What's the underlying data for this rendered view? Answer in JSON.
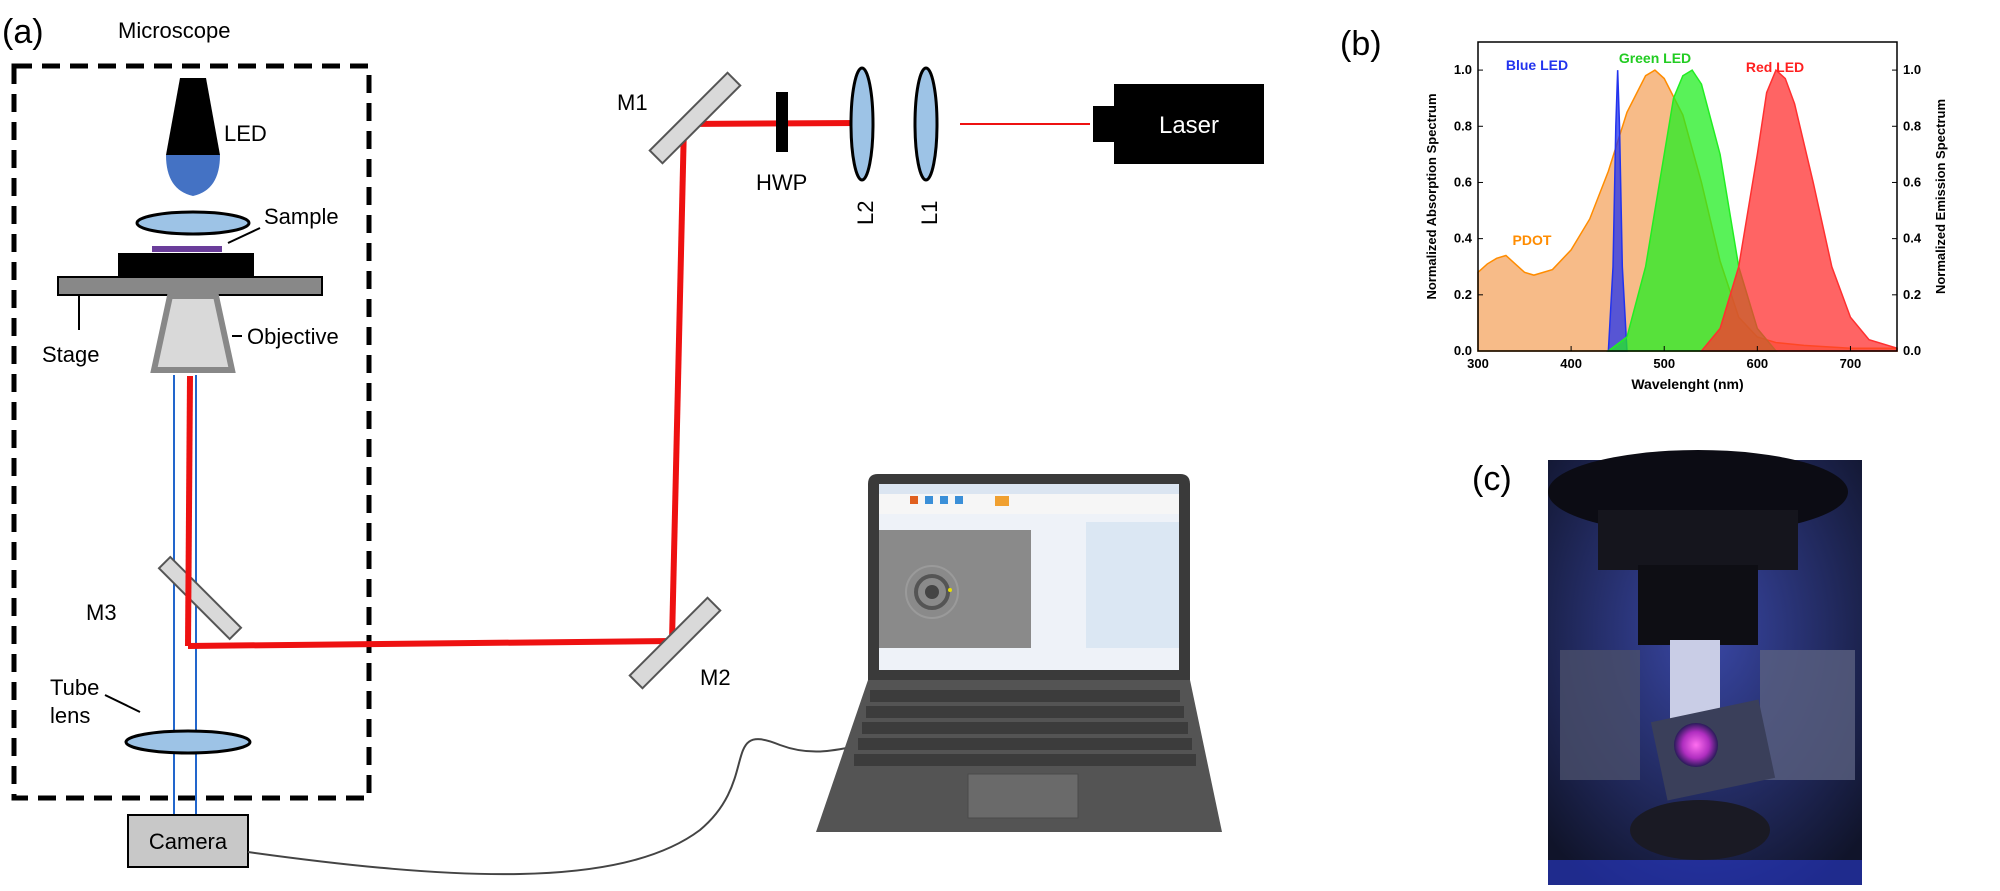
{
  "panels": {
    "a": "(a)",
    "b": "(b)",
    "c": "(c)"
  },
  "setup": {
    "microscope": "Microscope",
    "led": "LED",
    "sample": "Sample",
    "stage": "Stage",
    "objective": "Objective",
    "m3": "M3",
    "tube_lens_1": "Tube",
    "tube_lens_2": "lens",
    "camera": "Camera",
    "m1": "M1",
    "hwp": "HWP",
    "l2": "L2",
    "l1": "L1",
    "laser": "Laser",
    "m2": "M2"
  },
  "chart_data": {
    "type": "area",
    "xlabel": "Wavelenght (nm)",
    "ylabel_left": "Normalized Absorption Spectrum",
    "ylabel_right": "Normalized Emission Spectrum",
    "xlim": [
      300,
      750
    ],
    "ylim": [
      0,
      1.1
    ],
    "x_ticks": [
      300,
      400,
      500,
      600,
      700
    ],
    "y_ticks": [
      0.0,
      0.2,
      0.4,
      0.6,
      0.8,
      1.0
    ],
    "series": [
      {
        "name": "PDOT",
        "color": "#f4a460",
        "edge": "#ff8c00",
        "x": [
          300,
          310,
          320,
          330,
          340,
          350,
          360,
          380,
          400,
          420,
          440,
          460,
          480,
          490,
          500,
          520,
          540,
          560,
          580,
          600,
          620,
          650,
          700,
          750
        ],
        "y": [
          0.28,
          0.31,
          0.33,
          0.34,
          0.31,
          0.28,
          0.27,
          0.29,
          0.36,
          0.47,
          0.64,
          0.85,
          0.98,
          1.0,
          0.97,
          0.84,
          0.6,
          0.32,
          0.12,
          0.05,
          0.03,
          0.02,
          0.01,
          0.01
        ]
      },
      {
        "name": "Blue LED",
        "color": "#2233ee",
        "x": [
          440,
          445,
          448,
          450,
          452,
          455,
          460
        ],
        "y": [
          0.0,
          0.3,
          0.8,
          1.0,
          0.8,
          0.3,
          0.0
        ]
      },
      {
        "name": "Green LED",
        "color": "#22ee22",
        "x": [
          440,
          460,
          480,
          500,
          510,
          520,
          530,
          540,
          560,
          580,
          600,
          620
        ],
        "y": [
          0.0,
          0.05,
          0.3,
          0.7,
          0.9,
          0.98,
          1.0,
          0.95,
          0.7,
          0.3,
          0.08,
          0.0
        ]
      },
      {
        "name": "Red LED",
        "color": "#ff3030",
        "x": [
          540,
          560,
          580,
          600,
          610,
          620,
          630,
          640,
          660,
          680,
          700,
          720,
          750
        ],
        "y": [
          0.0,
          0.08,
          0.3,
          0.7,
          0.92,
          1.0,
          0.97,
          0.88,
          0.6,
          0.3,
          0.12,
          0.04,
          0.01
        ]
      }
    ]
  },
  "photo": {
    "description_colors": {
      "bg": "#1a2038",
      "glow": "#4a5cff"
    }
  }
}
